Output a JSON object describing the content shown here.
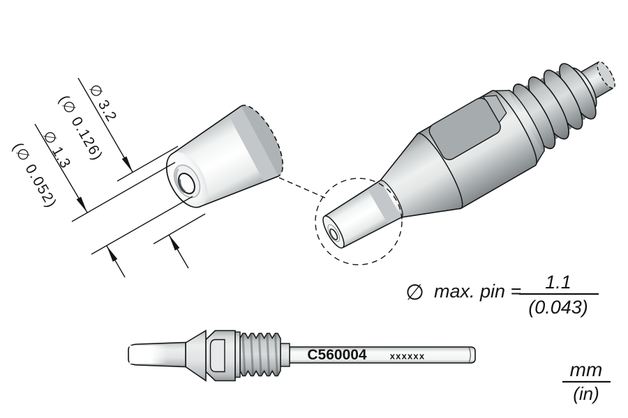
{
  "title": "C560004 desoldering tip technical drawing",
  "colors": {
    "background": "#ffffff",
    "line": "#141414",
    "metal_light": "#eef0f0",
    "metal_mid": "#c6cacb",
    "metal_dark": "#82878a",
    "facet": "#a6abad"
  },
  "detail_dimensions": {
    "outer_mm": "∅ 3.2",
    "outer_in": "(∅ 0.126)",
    "inner_mm": "∅ 1.3",
    "inner_in": "(∅ 0.052)"
  },
  "max_pin": {
    "symbol": "∅",
    "label": "max. pin =",
    "value_mm": "1.1",
    "value_in": "(0.043)"
  },
  "side_view": {
    "model_number": "C560004",
    "marking_placeholder": "xxxxxx"
  },
  "units": {
    "mm": "mm",
    "in": "(in)"
  }
}
